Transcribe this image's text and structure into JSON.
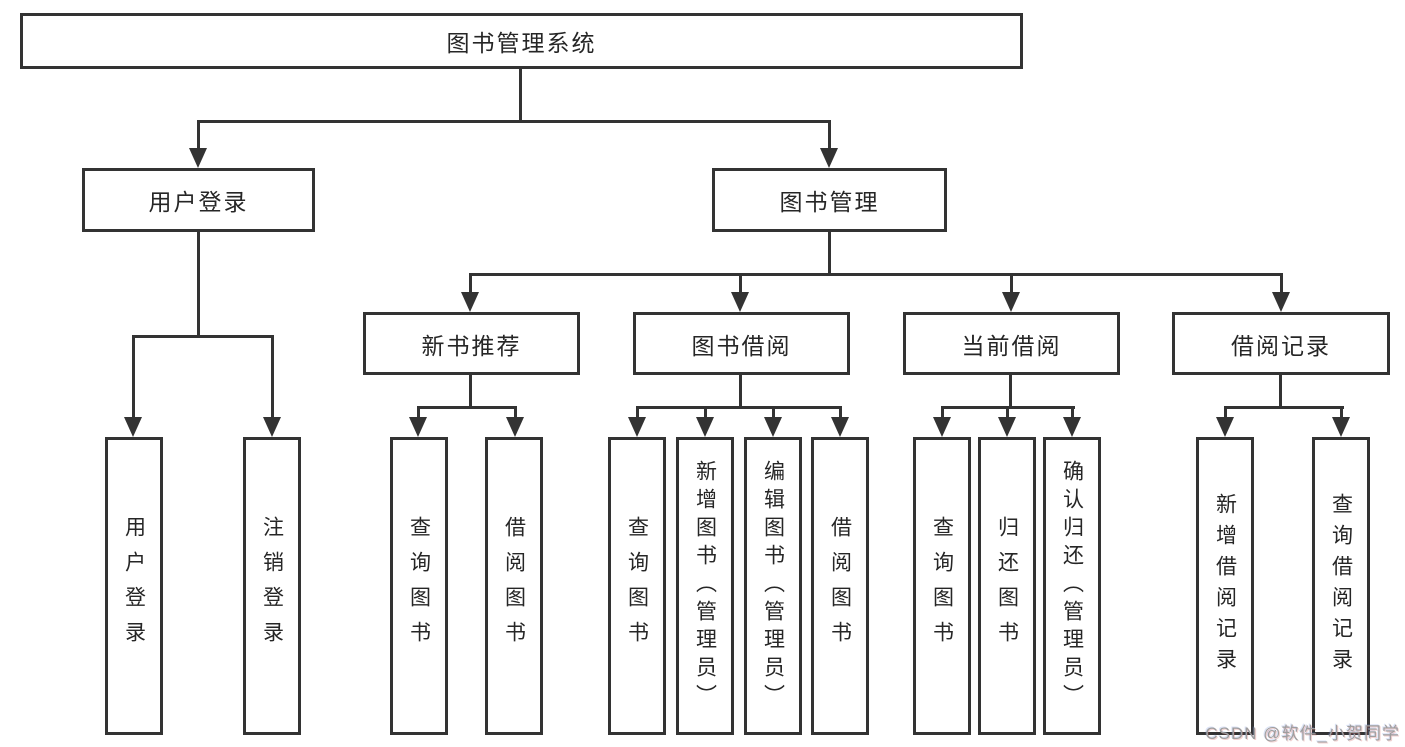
{
  "diagram": {
    "root": {
      "label": "图书管理系统"
    },
    "level2": [
      {
        "label": "用户登录"
      },
      {
        "label": "图书管理"
      }
    ],
    "level3": [
      {
        "label": "新书推荐"
      },
      {
        "label": "图书借阅"
      },
      {
        "label": "当前借阅"
      },
      {
        "label": "借阅记录"
      }
    ],
    "leaves": [
      {
        "label": "用户登录"
      },
      {
        "label": "注销登录"
      },
      {
        "label": "查询图书"
      },
      {
        "label": "借阅图书"
      },
      {
        "label": "查询图书"
      },
      {
        "label": "新增图书（管理员）"
      },
      {
        "label": "编辑图书（管理员）"
      },
      {
        "label": "借阅图书"
      },
      {
        "label": "查询图书"
      },
      {
        "label": "归还图书"
      },
      {
        "label": "确认归还（管理员）"
      },
      {
        "label": "新增借阅记录"
      },
      {
        "label": "查询借阅记录"
      }
    ]
  },
  "watermark": {
    "text": "CSDN @软件_小贺同学"
  },
  "colors": {
    "line": "#333333",
    "text": "#262626",
    "watermark": "#9e9e9e",
    "background": "#ffffff"
  }
}
